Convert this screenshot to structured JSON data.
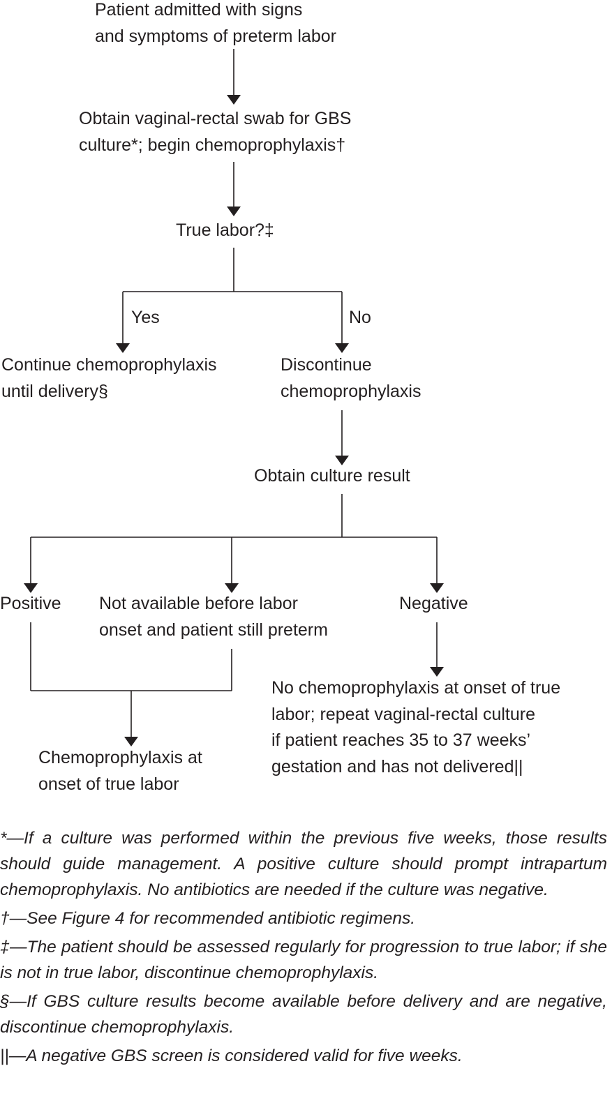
{
  "nodes": {
    "admitted": [
      "Patient admitted with signs",
      "and symptoms of preterm labor"
    ],
    "swab": [
      "Obtain vaginal-rectal swab for GBS",
      "culture*; begin chemoprophylaxis†"
    ],
    "true_labor": "True labor?‡",
    "yes_label": "Yes",
    "no_label": "No",
    "continue": [
      "Continue chemoprophylaxis",
      "until delivery§"
    ],
    "discontinue": [
      "Discontinue",
      "chemoprophylaxis"
    ],
    "culture_result": "Obtain culture result",
    "positive": "Positive",
    "not_available": [
      "Not available before labor",
      "onset and patient still preterm"
    ],
    "negative": "Negative",
    "chemo_onset": [
      "Chemoprophylaxis at",
      "onset of true labor"
    ],
    "no_chemo": [
      "No chemoprophylaxis at onset of true",
      "labor; repeat vaginal-rectal culture",
      "if patient reaches 35 to 37 weeks’",
      "gestation and has not delivered||"
    ]
  },
  "footnotes": [
    "*—If a culture was performed within the previous five weeks, those results should guide management. A positive culture should prompt intrapartum chemoprophylaxis. No antibiotics are needed if the culture was negative.",
    "†—See Figure 4 for recommended antibiotic regimens.",
    "‡—The patient should be assessed regularly for progression to true labor; if she is not in true labor, discontinue chemoprophylaxis.",
    "§—If GBS culture results become available before delivery and are negative, discontinue chemoprophylaxis.",
    "||—A negative GBS screen is considered valid for five weeks."
  ],
  "colors": {
    "ink": "#231f20"
  }
}
